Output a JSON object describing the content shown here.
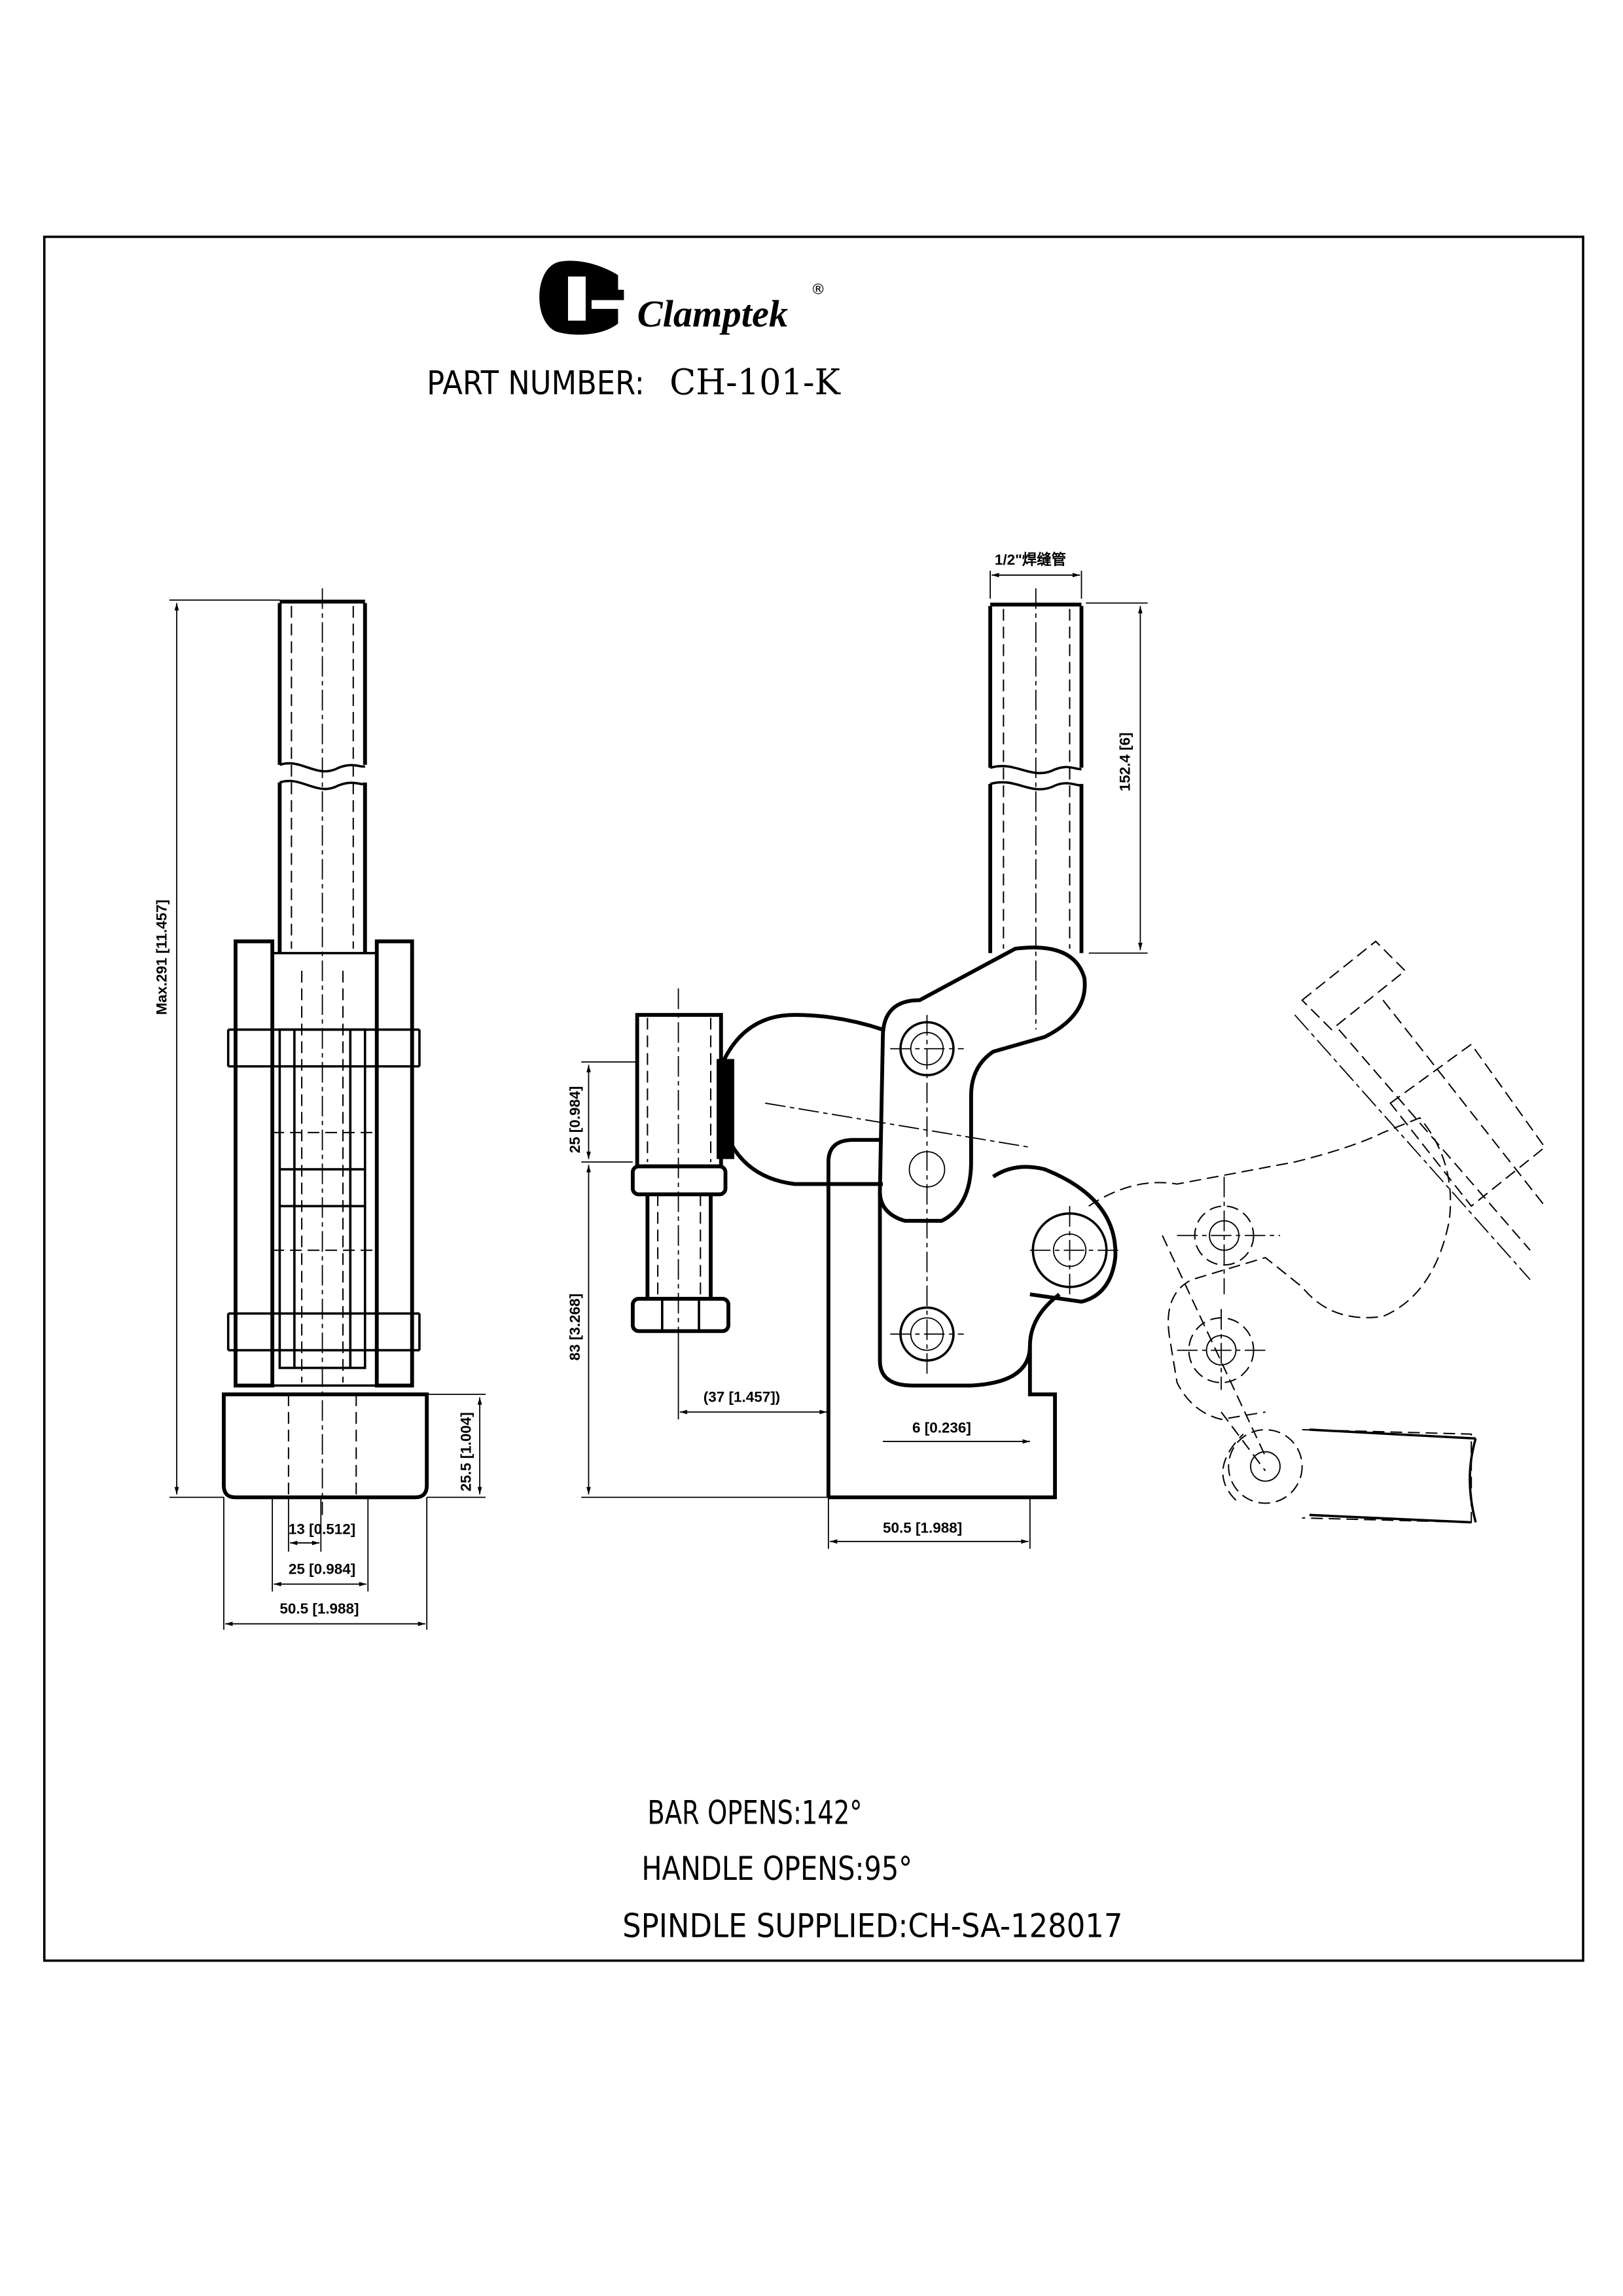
{
  "brand": {
    "name": "Clamptek",
    "registered": "®",
    "logo_letters": "CT"
  },
  "part_number": {
    "label": "PART NUMBER:",
    "value": "CH-101-K"
  },
  "front_view": {
    "overall_height": "Max.291 [11.457]",
    "base_height": "25.5 [1.004]",
    "slot_width": "13 [0.512]",
    "inner_width": "25 [0.984]",
    "base_width": "50.5 [1.988]"
  },
  "side_view": {
    "tube_spec": "1/2\"焊缝管",
    "tube_length": "152.4 [6]",
    "spindle_height": "25 [0.984]",
    "pivot_height": "83 [3.268]",
    "spindle_offset": "(37 [1.457])",
    "plate_thickness": "6 [0.236]",
    "base_width": "50.5 [1.988]"
  },
  "specs": {
    "bar_opens": "BAR OPENS:142°",
    "handle_opens": "HANDLE OPENS:95°",
    "spindle_supplied": "SPINDLE SUPPLIED:CH-SA-128017"
  }
}
